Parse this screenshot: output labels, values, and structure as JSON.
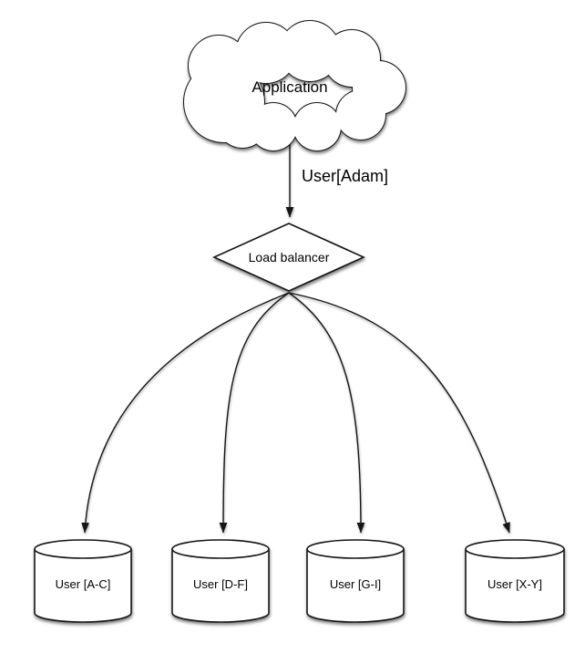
{
  "diagram": {
    "type": "architecture-flowchart",
    "colors": {
      "background": "#ffffff",
      "line": "#141414",
      "node_fill": "#ffffff",
      "text": "#000000"
    },
    "nodes": {
      "application": {
        "label": "Application",
        "shape": "cloud"
      },
      "load_balancer": {
        "label": "Load balancer",
        "shape": "diamond"
      },
      "databases": [
        {
          "label": "User [A-C]",
          "shape": "cylinder"
        },
        {
          "label": "User [D-F]",
          "shape": "cylinder"
        },
        {
          "label": "User [G-I]",
          "shape": "cylinder"
        },
        {
          "label": "User [X-Y]",
          "shape": "cylinder"
        }
      ]
    },
    "edges": {
      "app_to_lb": {
        "from": "application",
        "to": "load_balancer",
        "label": "User[Adam]"
      },
      "lb_to_db": [
        {
          "from": "load_balancer",
          "to": "db-1"
        },
        {
          "from": "load_balancer",
          "to": "db-2"
        },
        {
          "from": "load_balancer",
          "to": "db-3"
        },
        {
          "from": "load_balancer",
          "to": "db-4"
        }
      ]
    }
  }
}
